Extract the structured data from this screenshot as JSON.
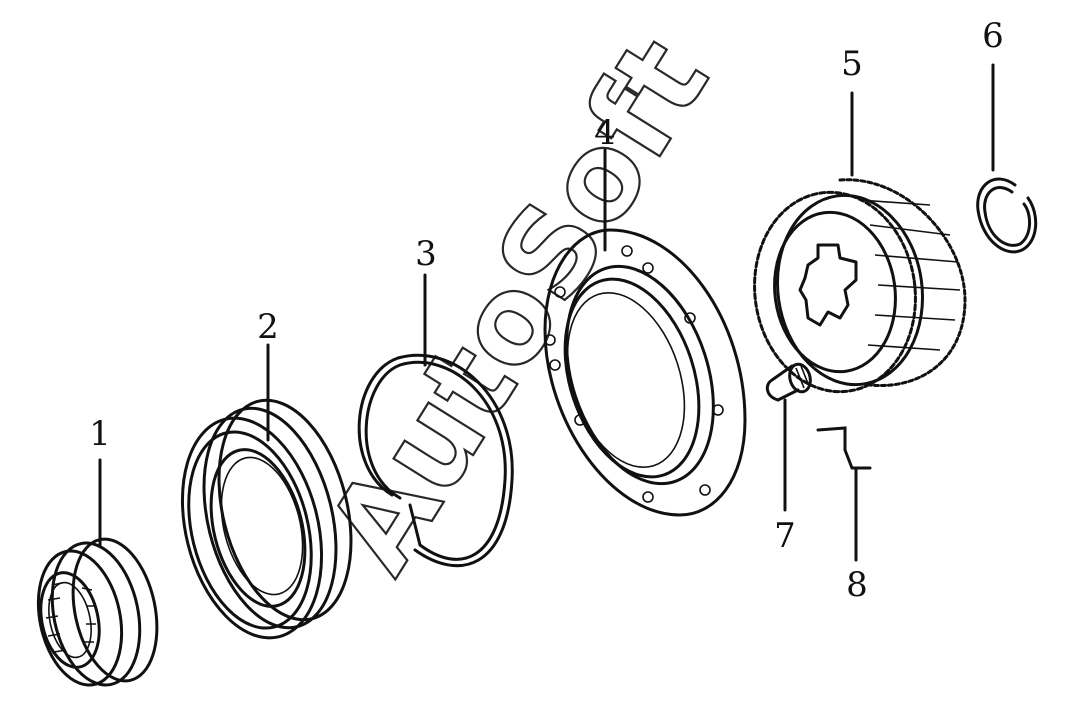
{
  "callouts": [
    "1",
    "2",
    "3",
    "4",
    "5",
    "6",
    "7",
    "8"
  ],
  "watermark": "AutoSoft"
}
